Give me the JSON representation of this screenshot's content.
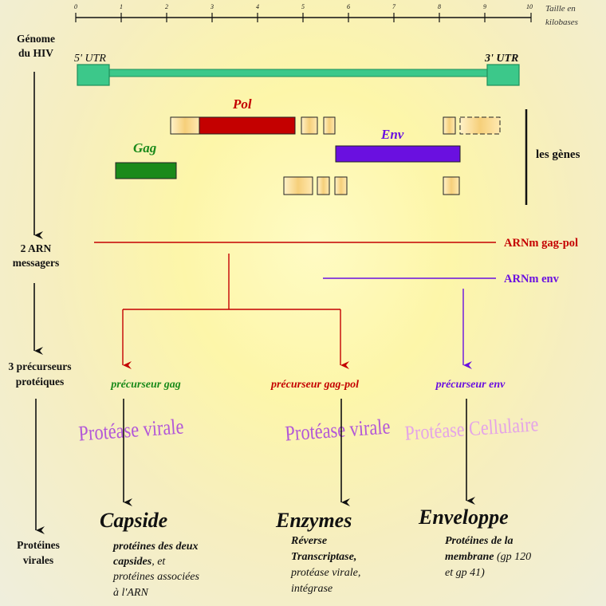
{
  "scale": {
    "ticks": [
      "0",
      "1",
      "2",
      "3",
      "4",
      "5",
      "6",
      "7",
      "8",
      "9",
      "10"
    ],
    "caption_line1": "Taille en",
    "caption_line2": "kilobases"
  },
  "left_labels": {
    "genome_line1": "Génome",
    "genome_line2": "du HIV",
    "arn_line1": "2 ARN",
    "arn_line2": "messagers",
    "precurseurs_line1": "3 précurseurs",
    "precurseurs_line2": "protéiques",
    "proteines_line1": "Protéines",
    "proteines_line2": "virales"
  },
  "genome": {
    "utr5": "5' UTR",
    "utr3": "3' UTR",
    "bar_color": "#3cc88a"
  },
  "genes": {
    "pol": "Pol",
    "gag": "Gag",
    "env": "Env",
    "label": "les gènes",
    "pol_color": "#c40000",
    "gag_color": "#1a8a1a",
    "env_color": "#6a10e0"
  },
  "mrna": {
    "gagpol_prefix": "ARNm ",
    "gagpol_suffix": "gag-pol",
    "env": "ARNm env"
  },
  "precursors": {
    "gag": "précurseur gag",
    "gagpol": "précurseur gag-pol",
    "env": "précurseur env"
  },
  "proteases": {
    "viral1": "Protéase virale",
    "viral2": "Protéase virale",
    "cellular": "Protéase Cellulaire"
  },
  "products": {
    "capside": {
      "title": "Capside",
      "l1": "protéines des deux",
      "l2a": "capsides",
      "l2b": ", et",
      "l3": "protéines associées",
      "l4": "à l'ARN"
    },
    "enzymes": {
      "title": "Enzymes",
      "l1": "Réverse",
      "l2": "Transcriptase,",
      "l3": "protéase virale,",
      "l4": "intégrase"
    },
    "enveloppe": {
      "title": "Enveloppe",
      "l1": "Protéines de la",
      "l2a": "membrane",
      "l2b": " (gp 120",
      "l3": "et gp 41)"
    }
  }
}
